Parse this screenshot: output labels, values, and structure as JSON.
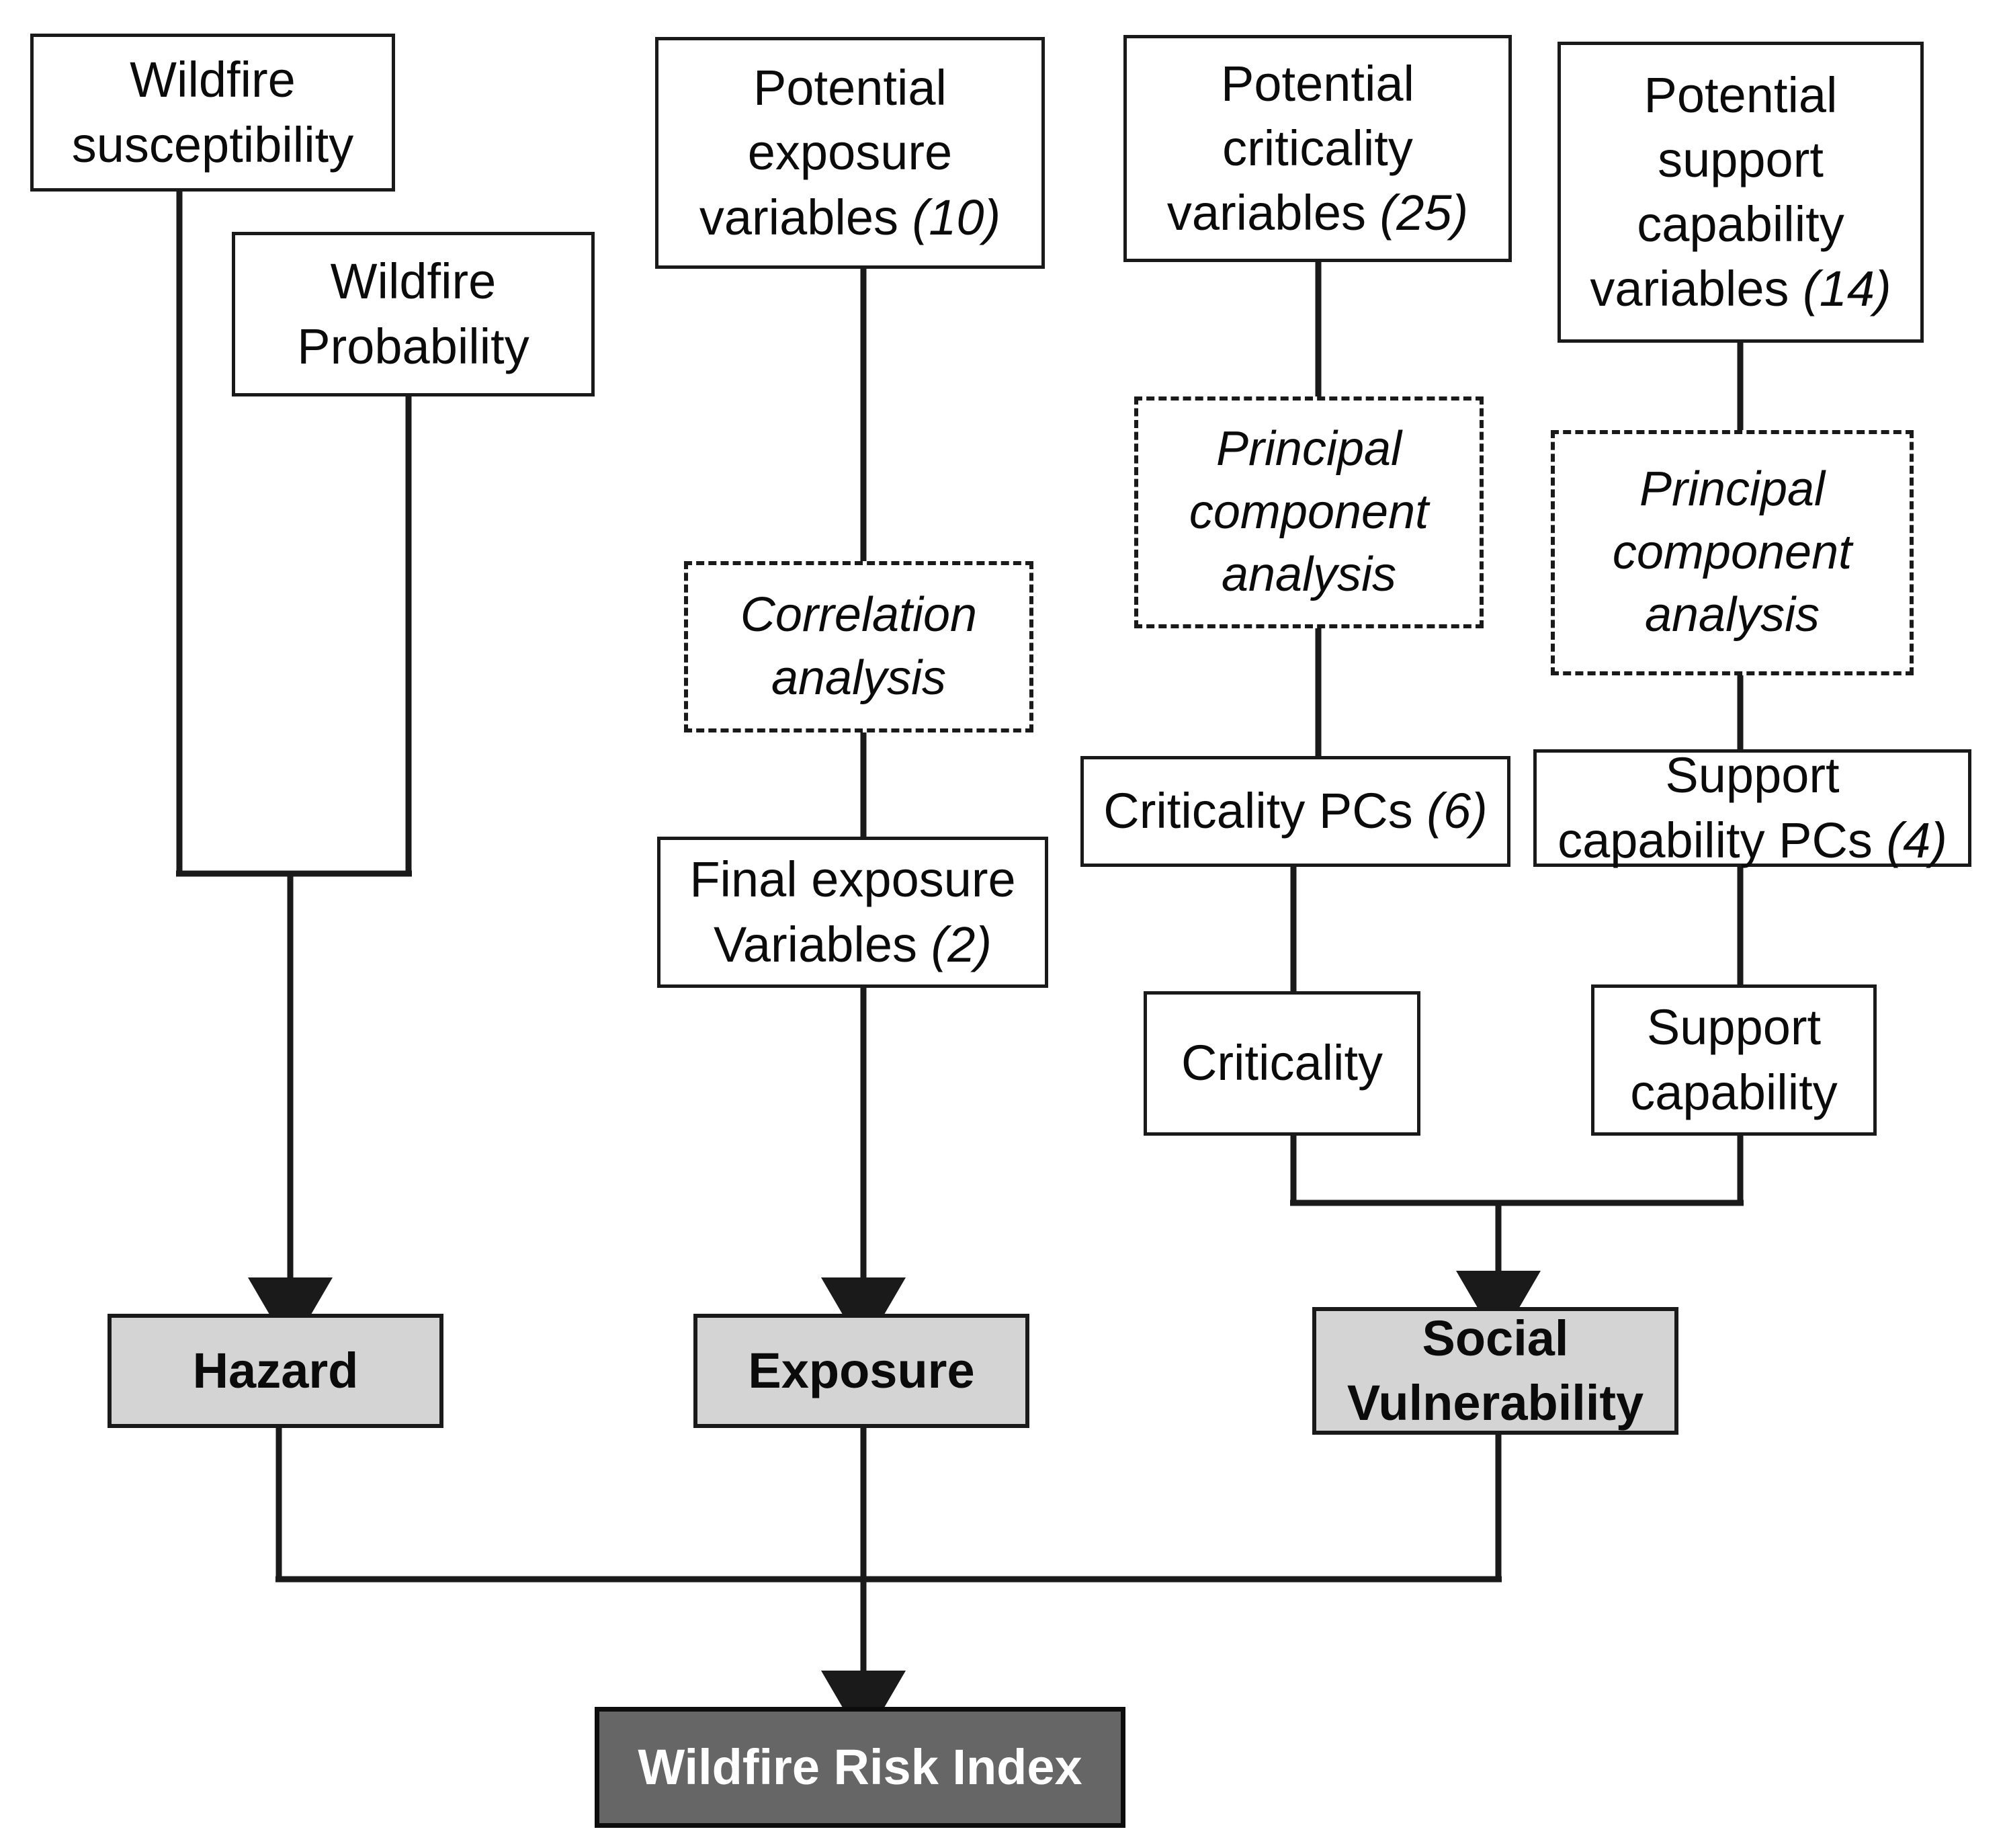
{
  "diagram": {
    "title": "Wildfire Risk Index framework flowchart",
    "colors": {
      "stroke": "#1a1a1a",
      "node_fill": "#ffffff",
      "component_fill": "#d4d4d4",
      "result_fill": "#666666",
      "result_text": "#ffffff"
    },
    "nodes": {
      "wildfire_susceptibility": {
        "line1": "Wildfire",
        "line2": "susceptibility"
      },
      "wildfire_probability": {
        "line1": "Wildfire",
        "line2": "Probability"
      },
      "potential_exposure_variables": {
        "line1": "Potential",
        "line2": "exposure",
        "line3": "variables",
        "count": "(10)"
      },
      "potential_criticality_variables": {
        "line1": "Potential",
        "line2": "criticality",
        "line3": "variables",
        "count": "(25)"
      },
      "potential_support_capability_variables": {
        "line1": "Potential",
        "line2": "support",
        "line3": "capability",
        "line4": "variables",
        "count": "(14)"
      },
      "correlation_analysis": {
        "line1": "Correlation",
        "line2": "analysis"
      },
      "pca_criticality": {
        "line1": "Principal",
        "line2": "component",
        "line3": "analysis"
      },
      "pca_support": {
        "line1": "Principal",
        "line2": "component",
        "line3": "analysis"
      },
      "final_exposure_variables": {
        "line1": "Final exposure",
        "line2": "Variables",
        "count": "(2)"
      },
      "criticality_pcs": {
        "line1": "Criticality PCs",
        "count": "(6)"
      },
      "support_capability_pcs": {
        "line1": "Support",
        "line2": "capability PCs",
        "count": "(4)"
      },
      "criticality": {
        "line1": "Criticality"
      },
      "support_capability": {
        "line1": "Support",
        "line2": "capability"
      },
      "hazard": {
        "line1": "Hazard"
      },
      "exposure": {
        "line1": "Exposure"
      },
      "social_vulnerability": {
        "line1": "Social",
        "line2": "Vulnerability"
      },
      "wildfire_risk_index": {
        "line1": "Wildfire Risk Index"
      }
    }
  }
}
